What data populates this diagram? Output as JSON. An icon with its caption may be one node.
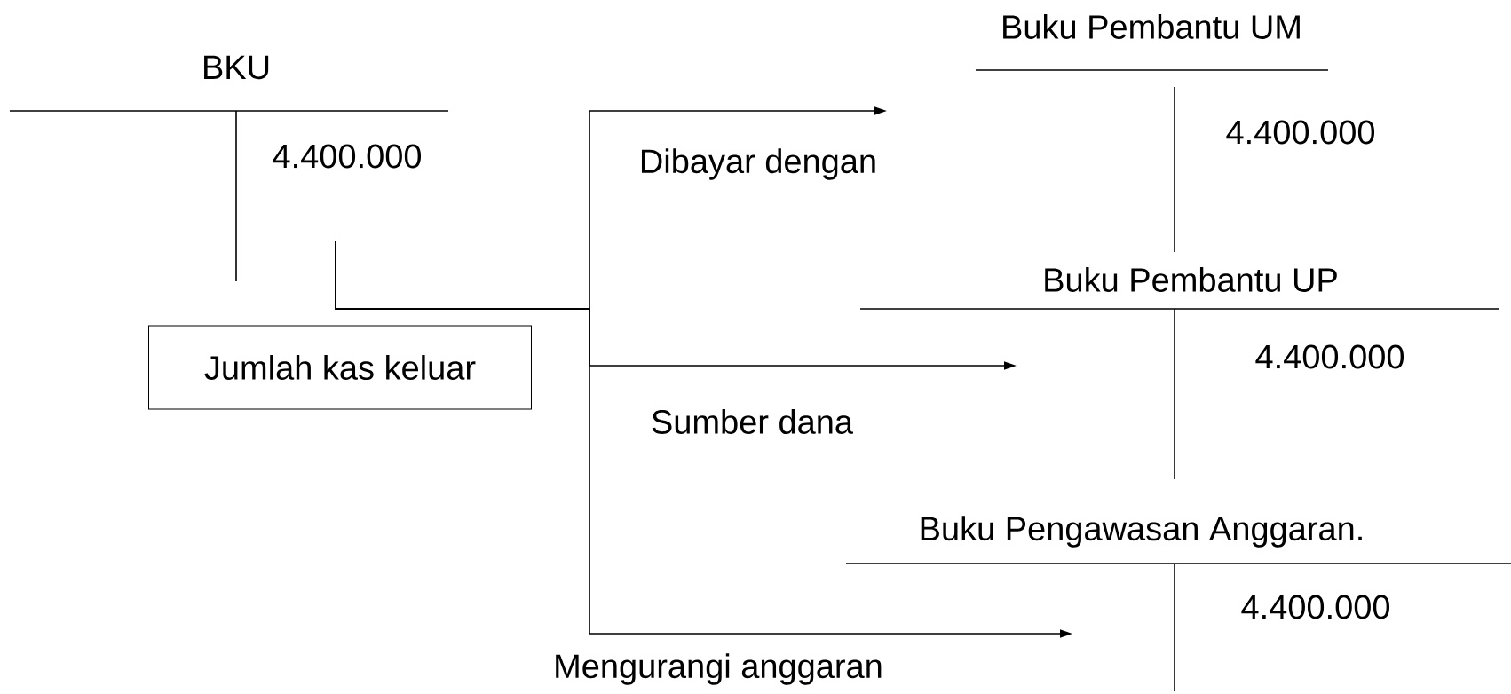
{
  "diagram": {
    "nodes": [
      {
        "text": [
          "BKU",
          "4.400.000"
        ]
      },
      {
        "text": [
          "Buku Pembantu UM",
          "4.400.000"
        ]
      },
      {
        "text": [
          "Buku Pembantu UP",
          "4.400.000"
        ]
      },
      {
        "text": [
          "Buku Pengawasan  Anggaran.",
          "4.400.000"
        ]
      },
      {
        "text": [
          "Jumlah kas keluar"
        ]
      }
    ],
    "edges": [
      {
        "from": 0,
        "to": 1,
        "arrow": "to",
        "label": "Dibayar dengan"
      },
      {
        "from": 0,
        "to": 2,
        "arrow": "to",
        "label": "Sumber dana"
      },
      {
        "from": 0,
        "to": 3,
        "arrow": "to",
        "label": "Mengurangi anggaran"
      }
    ]
  }
}
